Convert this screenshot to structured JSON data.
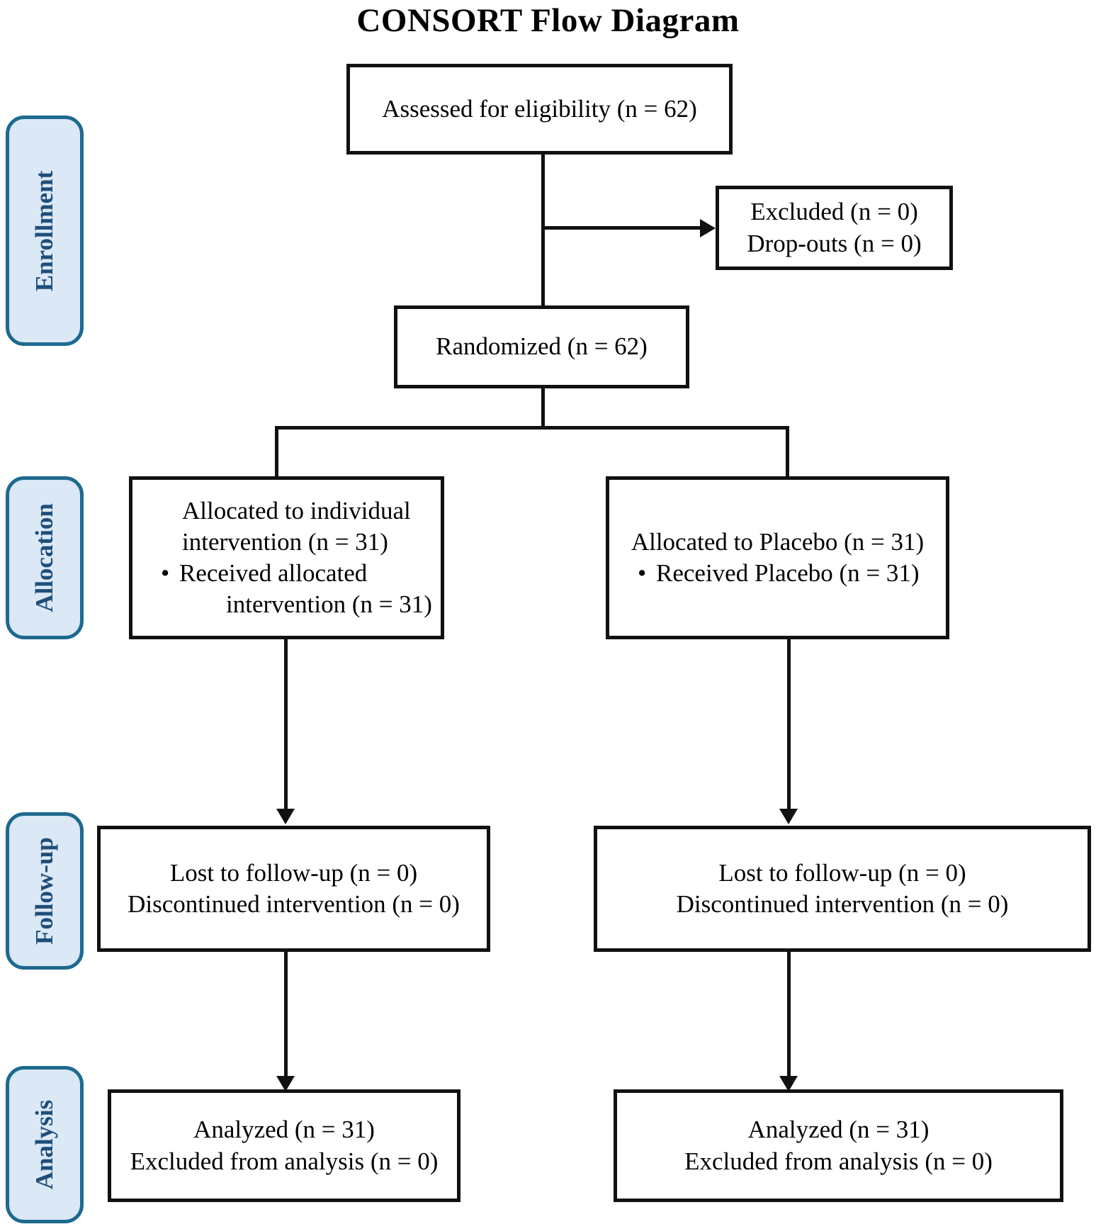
{
  "diagram": {
    "title": "CONSORT Flow Diagram",
    "stages": [
      {
        "id": "enrollment",
        "label": "Enrollment"
      },
      {
        "id": "allocation",
        "label": "Allocation"
      },
      {
        "id": "followup",
        "label": "Follow-up"
      },
      {
        "id": "analysis",
        "label": "Analysis"
      }
    ],
    "boxes": {
      "assessed": {
        "name": "assessed-for-eligibility",
        "lines": [
          "Assessed for eligibility (n = 62)"
        ]
      },
      "excluded": {
        "name": "excluded",
        "lines": [
          "Excluded (n = 0)",
          "Drop-outs (n = 0)"
        ]
      },
      "randomized": {
        "name": "randomized",
        "lines": [
          "Randomized (n = 62)"
        ]
      },
      "alloc_left": {
        "name": "allocated-intervention",
        "line1": "Allocated to individual",
        "line2": "intervention (n = 31)",
        "bullet_marker": "•",
        "bullet_line1": "Received allocated",
        "bullet_line2": "intervention (n = 31)"
      },
      "alloc_right": {
        "name": "allocated-placebo",
        "line1": "Allocated to Placebo (n = 31)",
        "bullet_marker": "•",
        "bullet_line1": "Received Placebo (n = 31)"
      },
      "followup_left": {
        "name": "follow-up-intervention",
        "lines": [
          "Lost to follow-up (n = 0)",
          "Discontinued intervention (n = 0)"
        ]
      },
      "followup_right": {
        "name": "follow-up-placebo",
        "lines": [
          "Lost to follow-up (n = 0)",
          "Discontinued intervention (n = 0)"
        ]
      },
      "analysis_left": {
        "name": "analysis-intervention",
        "lines": [
          "Analyzed (n = 31)",
          "Excluded from analysis (n = 0)"
        ]
      },
      "analysis_right": {
        "name": "analysis-placebo",
        "lines": [
          "Analyzed (n = 31)",
          "Excluded from analysis (n = 0)"
        ]
      }
    },
    "colors": {
      "stage_fill": "#dbe8f6",
      "stage_border": "#1d6a90",
      "stage_text": "#1f4e79",
      "box_border": "#111111",
      "box_fill": "#ffffff",
      "connector": "#111111",
      "page_background": "#ffffff"
    },
    "counts": {
      "assessed_n": 62,
      "excluded_n": 0,
      "dropouts_n": 0,
      "randomized_n": 62,
      "allocated_intervention_n": 31,
      "received_intervention_n": 31,
      "allocated_placebo_n": 31,
      "received_placebo_n": 31,
      "lost_followup_intervention_n": 0,
      "discontinued_intervention_n": 0,
      "lost_followup_placebo_n": 0,
      "discontinued_placebo_n": 0,
      "analyzed_intervention_n": 31,
      "excluded_analysis_intervention_n": 0,
      "analyzed_placebo_n": 31,
      "excluded_analysis_placebo_n": 0
    }
  }
}
